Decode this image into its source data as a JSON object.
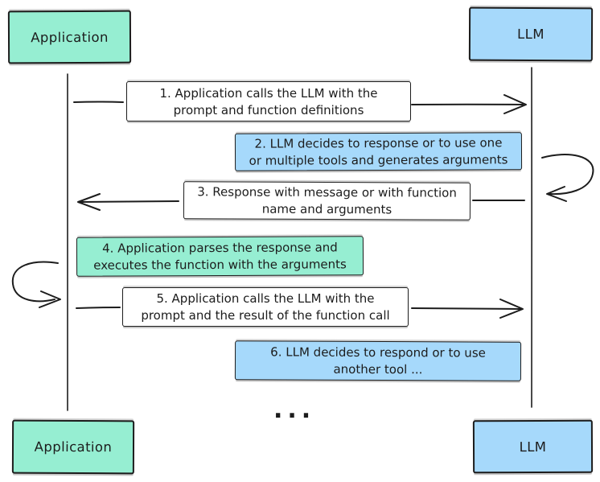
{
  "diagram_type": "sequence-diagram",
  "actors": {
    "top_left": {
      "label": "Application"
    },
    "top_right": {
      "label": "LLM"
    },
    "bottom_left": {
      "label": "Application"
    },
    "bottom_right": {
      "label": "LLM"
    }
  },
  "steps": [
    {
      "id": 1,
      "fill": "message_fill",
      "direction": "application-to-llm",
      "lines": [
        "1. Application calls the LLM with the",
        "prompt and function definitions"
      ]
    },
    {
      "id": 2,
      "fill": "llm_fill",
      "direction": "llm-self-loop",
      "lines": [
        "2. LLM decides to response or to use one",
        "or multiple tools and generates arguments"
      ]
    },
    {
      "id": 3,
      "fill": "message_fill",
      "direction": "llm-to-application",
      "lines": [
        "3. Response with message or with function",
        "name and arguments"
      ]
    },
    {
      "id": 4,
      "fill": "application_fill",
      "direction": "application-self-loop",
      "lines": [
        "4. Application parses the response and",
        "executes the function with the arguments"
      ]
    },
    {
      "id": 5,
      "fill": "message_fill",
      "direction": "application-to-llm",
      "lines": [
        "5. Application calls the LLM with the",
        "prompt and the result of the function call"
      ]
    },
    {
      "id": 6,
      "fill": "llm_fill",
      "direction": "llm-self-loop",
      "lines": [
        "6. LLM decides to respond or to use",
        "another tool ..."
      ]
    }
  ],
  "ellipsis": "...",
  "colors": {
    "application_fill": "#96eed2",
    "llm_fill": "#a6d9fb",
    "message_fill": "#ffffff",
    "stroke": "#1c1c1c"
  }
}
